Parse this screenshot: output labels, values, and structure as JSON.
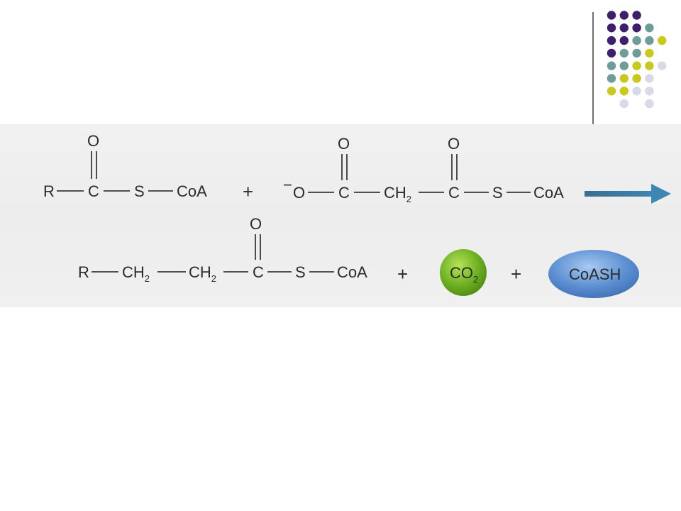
{
  "theme": {
    "dot_colors": [
      "#3d1f6b",
      "#6f9b9b",
      "#c8c81e",
      "#d9d9e8"
    ],
    "divider_color": "#333333",
    "arrow_color": "#3d7ea8",
    "co2_color": "#6fb023",
    "coash_color": "#4f86cc"
  },
  "reaction": {
    "reactant1": {
      "r": "R",
      "c": "C",
      "o": "O",
      "s": "S",
      "coa": "CoA"
    },
    "plus1": "+",
    "reactant2": {
      "charge": "−",
      "o_minus": "O",
      "c1": "C",
      "o1": "O",
      "ch2": "CH",
      "ch2_sub": "2",
      "c2": "C",
      "o2": "O",
      "s": "S",
      "coa": "CoA"
    },
    "product": {
      "r": "R",
      "ch2a": "CH",
      "ch2a_sub": "2",
      "ch2b": "CH",
      "ch2b_sub": "2",
      "c": "C",
      "o": "O",
      "s": "S",
      "coa": "CoA"
    },
    "plus2": "+",
    "co2": {
      "label": "CO",
      "sub": "2"
    },
    "plus3": "+",
    "coash": "CoASH"
  }
}
